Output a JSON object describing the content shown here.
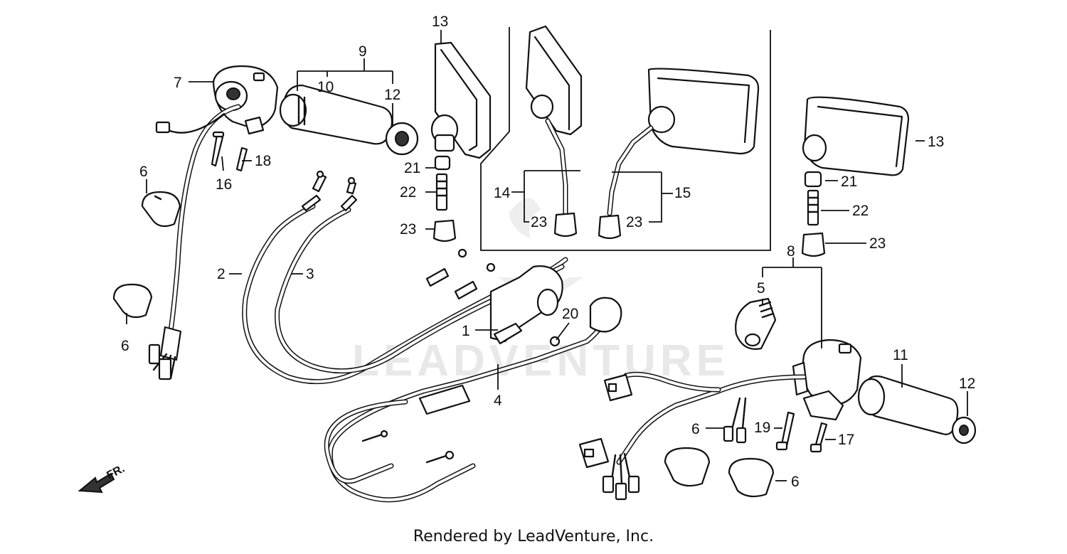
{
  "diagram": {
    "watermark": "LEADVENTURE",
    "direction_label": "FR.",
    "callouts": [
      {
        "id": "c1",
        "label": "1"
      },
      {
        "id": "c2",
        "label": "2"
      },
      {
        "id": "c3",
        "label": "3"
      },
      {
        "id": "c4",
        "label": "4"
      },
      {
        "id": "c5",
        "label": "5"
      },
      {
        "id": "c6a",
        "label": "6"
      },
      {
        "id": "c6b",
        "label": "6"
      },
      {
        "id": "c6c",
        "label": "6"
      },
      {
        "id": "c6d",
        "label": "6"
      },
      {
        "id": "c7",
        "label": "7"
      },
      {
        "id": "c8",
        "label": "8"
      },
      {
        "id": "c9",
        "label": "9"
      },
      {
        "id": "c10",
        "label": "10"
      },
      {
        "id": "c11",
        "label": "11"
      },
      {
        "id": "c12a",
        "label": "12"
      },
      {
        "id": "c12b",
        "label": "12"
      },
      {
        "id": "c13a",
        "label": "13"
      },
      {
        "id": "c13b",
        "label": "13"
      },
      {
        "id": "c14",
        "label": "14"
      },
      {
        "id": "c15",
        "label": "15"
      },
      {
        "id": "c16",
        "label": "16"
      },
      {
        "id": "c17",
        "label": "17"
      },
      {
        "id": "c18",
        "label": "18"
      },
      {
        "id": "c19",
        "label": "19"
      },
      {
        "id": "c20",
        "label": "20"
      },
      {
        "id": "c21a",
        "label": "21"
      },
      {
        "id": "c21b",
        "label": "21"
      },
      {
        "id": "c22a",
        "label": "22"
      },
      {
        "id": "c22b",
        "label": "22"
      },
      {
        "id": "c23a",
        "label": "23"
      },
      {
        "id": "c23b",
        "label": "23"
      },
      {
        "id": "c23c",
        "label": "23"
      },
      {
        "id": "c23d",
        "label": "23"
      }
    ]
  },
  "footer": {
    "text": "Rendered by LeadVenture, Inc."
  }
}
